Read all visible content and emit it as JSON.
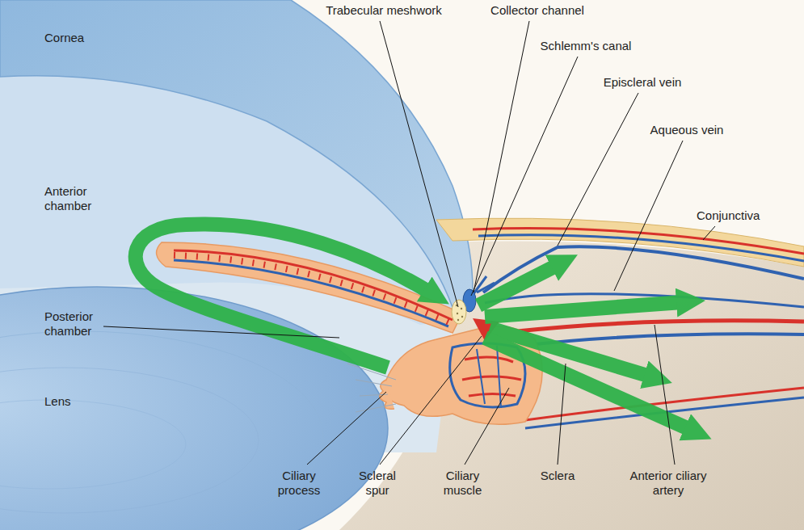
{
  "diagram": {
    "labels": [
      "Trabecular meshwork",
      "Collector channel",
      "Schlemm's canal",
      "Episcleral vein",
      "Aqueous vein",
      "Conjunctiva",
      "Cornea",
      "Anterior chamber",
      "Posterior chamber",
      "Lens",
      "Ciliary process",
      "Scleral spur",
      "Ciliary muscle",
      "Sclera",
      "Anterior ciliary artery"
    ]
  }
}
